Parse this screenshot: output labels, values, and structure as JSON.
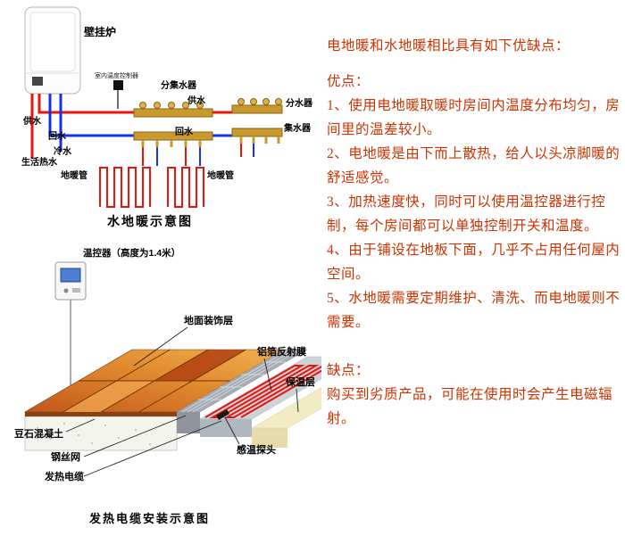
{
  "right_panel": {
    "text_color": "#cc3300",
    "title": "电地暖和水地暖相比具有如下优缺点：",
    "advantages_heading": "优点：",
    "advantages": [
      "1、使用电地暖取暖时房间内温度分布均匀，房间里的温差较小。",
      "2、电地暖是由下而上散热，给人以头凉脚暖的舒适感觉。",
      "3、加热速度快，同时可以使用温控器进行控制，每个房间都可以单独控制开关和温度。",
      "4、由于铺设在地板下面，几乎不占用任何屋内空间。",
      "5、水地暖需要定期维护、清洗、而电地暖则不需要。"
    ],
    "disadvantages_heading": "缺点：",
    "disadvantage": "购买到劣质产品，可能在使用时会产生电磁辐射。"
  },
  "water_diagram": {
    "caption": "水地暖示意图",
    "pipe_colors": {
      "hot": "#e8150d",
      "cold": "#1531e8"
    },
    "labels": {
      "boiler": "壁挂炉",
      "room_thermostat": "室内温度控制器",
      "manifold_group": "分集水器",
      "supply_manifold": "供水",
      "distributor": "分水器",
      "return_manifold": "回水",
      "collector": "集水器",
      "supply_left": "供水",
      "return_left": "回水",
      "cold_water": "冷水",
      "domestic_hot_water": "生活热水",
      "floor_pipe_left": "地暖管",
      "floor_pipe_right": "地暖管"
    }
  },
  "cable_diagram": {
    "caption": "发热电缆安装示意图",
    "cable_color": "#e8150d",
    "labels": {
      "thermostat": "温控器（高度为1.4米）",
      "surface_layer": "地面装饰层",
      "foil_layer": "铝箔反射膜",
      "insulation_layer": "保温层",
      "concrete_layer": "豆石混凝土",
      "wire_mesh": "钢丝网",
      "heating_cable": "发热电缆",
      "temp_sensor": "感温探头"
    }
  }
}
